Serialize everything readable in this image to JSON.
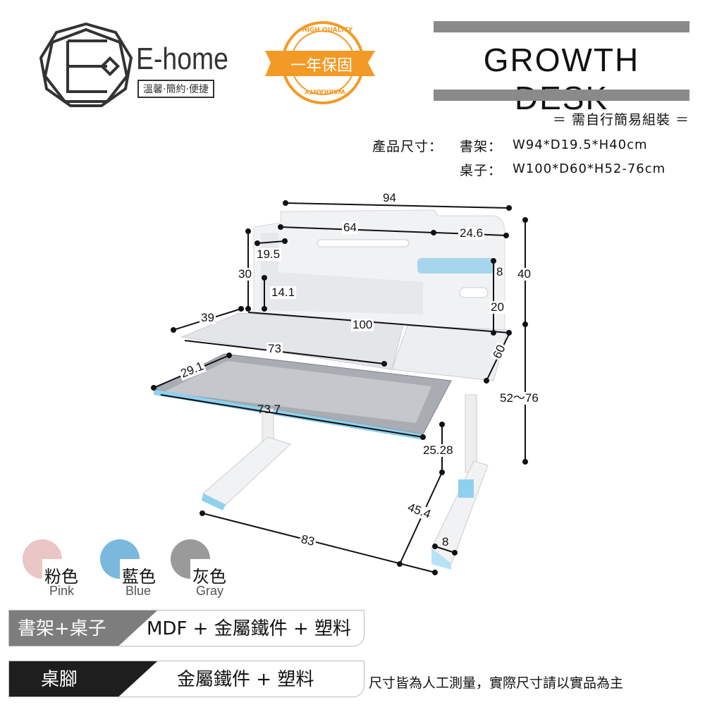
{
  "brand": {
    "name": "E-home",
    "tagline": "溫馨·簡約·便捷"
  },
  "badge": {
    "top": "HIGH QUALITY",
    "center": "一年保固",
    "bottom": "WARRANTY"
  },
  "header": {
    "title": "GROWTH DESK",
    "assembly": "＝ 需自行簡易組裝 ＝"
  },
  "specs": {
    "label": "產品尺寸：",
    "shelf_label": "書架：",
    "shelf": "W94*D19.5*H40cm",
    "desk_label": "桌子：",
    "desk": "W100*D60*H52-76cm"
  },
  "dimensions": {
    "d94": "94",
    "d64": "64",
    "d24_6": "24.6",
    "d19_5": "19.5",
    "d30": "30",
    "d8a": "8",
    "d40": "40",
    "d14_1": "14.1",
    "d20": "20",
    "d39": "39",
    "d100": "100",
    "d73": "73",
    "d60": "60",
    "d29_1": "29.1",
    "d52_76": "52～76",
    "d73_7": "73.7",
    "d25_28": "25.28",
    "d45_4": "45.4",
    "d83": "83",
    "d8b": "8"
  },
  "colors": [
    {
      "cn": "粉色",
      "en": "Pink",
      "hex": "#ebc6c6"
    },
    {
      "cn": "藍色",
      "en": "Blue",
      "hex": "#7ab8de"
    },
    {
      "cn": "灰色",
      "en": "Gray",
      "hex": "#9a9a9a"
    }
  ],
  "materials": [
    {
      "part": "書架+桌子",
      "material": "MDF + 金屬鐵件 + 塑料",
      "color": "#7d7d7d"
    },
    {
      "part": "桌腳",
      "material": "金屬鐵件 + 塑料",
      "color": "#1e1e1e"
    }
  ],
  "note": "尺寸皆為人工測量，實際尺寸請以實品為主"
}
